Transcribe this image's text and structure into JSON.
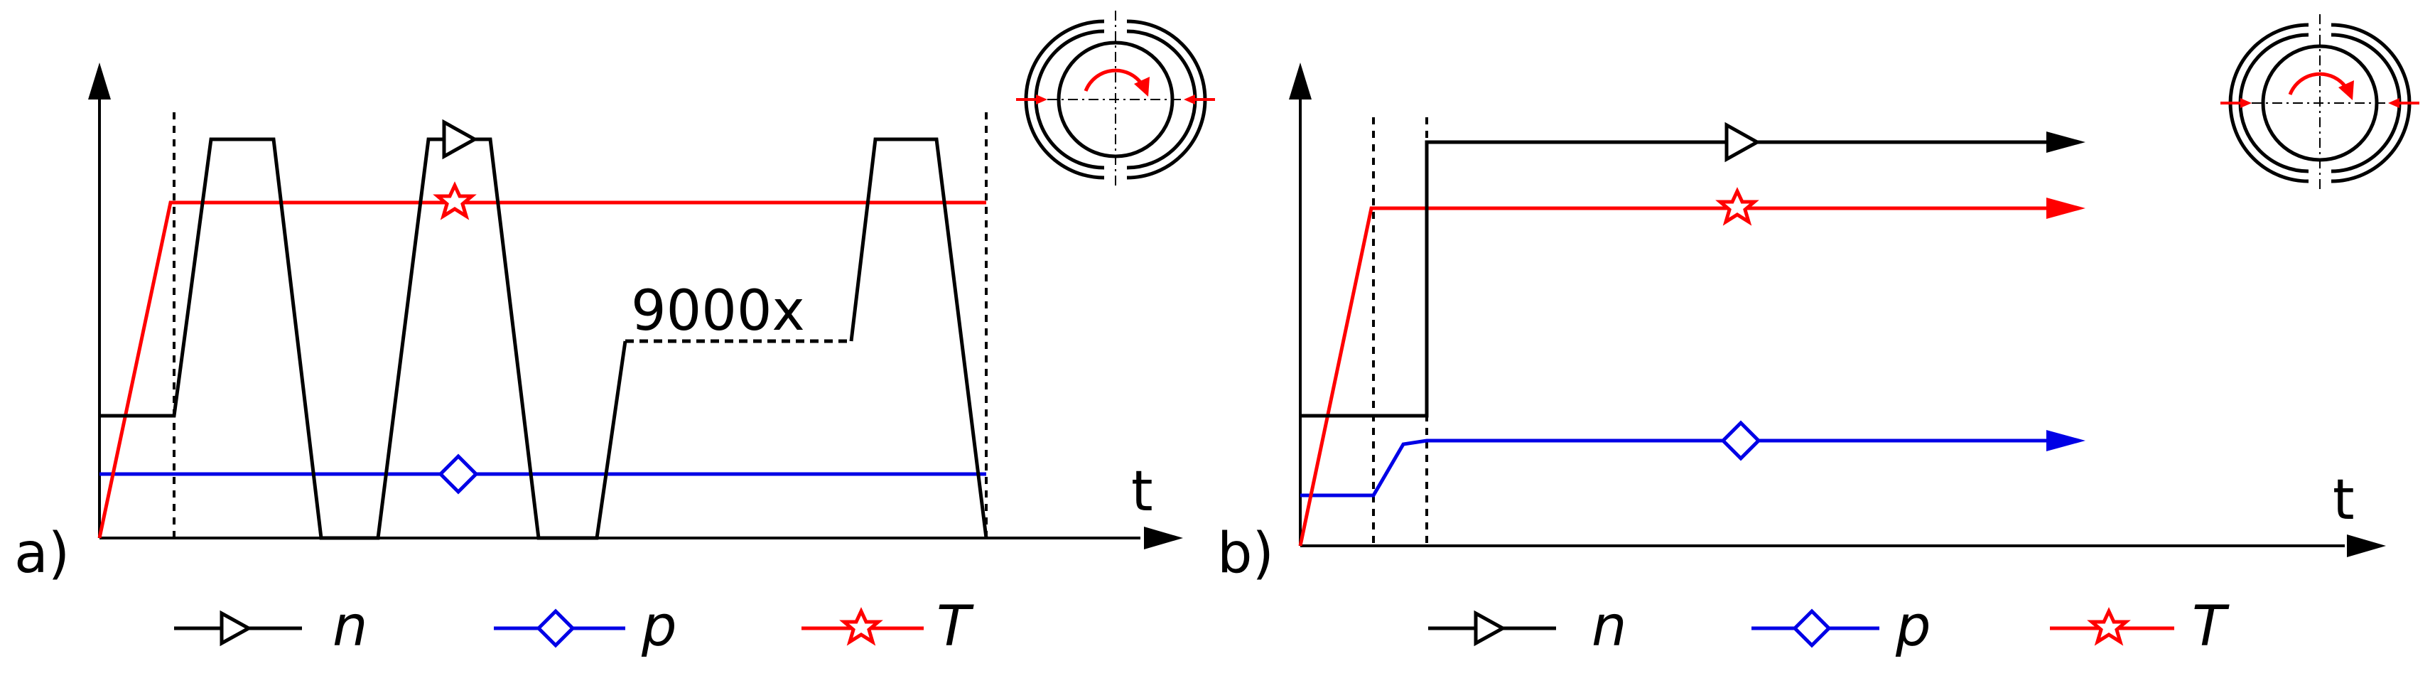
{
  "panels": [
    {
      "tag": "a)",
      "x_axis_label": "t",
      "cycle_annotation": "9000x",
      "legend": [
        {
          "label": "n",
          "color": "#000000",
          "marker": "triangle-right-icon"
        },
        {
          "label": "p",
          "color": "#0000e6",
          "marker": "diamond-icon"
        },
        {
          "label": "T",
          "color": "#ff0000",
          "marker": "star-icon"
        }
      ]
    },
    {
      "tag": "b)",
      "x_axis_label": "t",
      "legend": [
        {
          "label": "n",
          "color": "#000000",
          "marker": "triangle-right-icon"
        },
        {
          "label": "p",
          "color": "#0000e6",
          "marker": "diamond-icon"
        },
        {
          "label": "T",
          "color": "#ff0000",
          "marker": "star-icon"
        }
      ]
    }
  ],
  "colors": {
    "n": "#000000",
    "p": "#0000e6",
    "T": "#ff0000"
  },
  "icons": [
    "bearing-schematic-icon",
    "rotation-arrow-icon",
    "load-arrow-icon"
  ]
}
